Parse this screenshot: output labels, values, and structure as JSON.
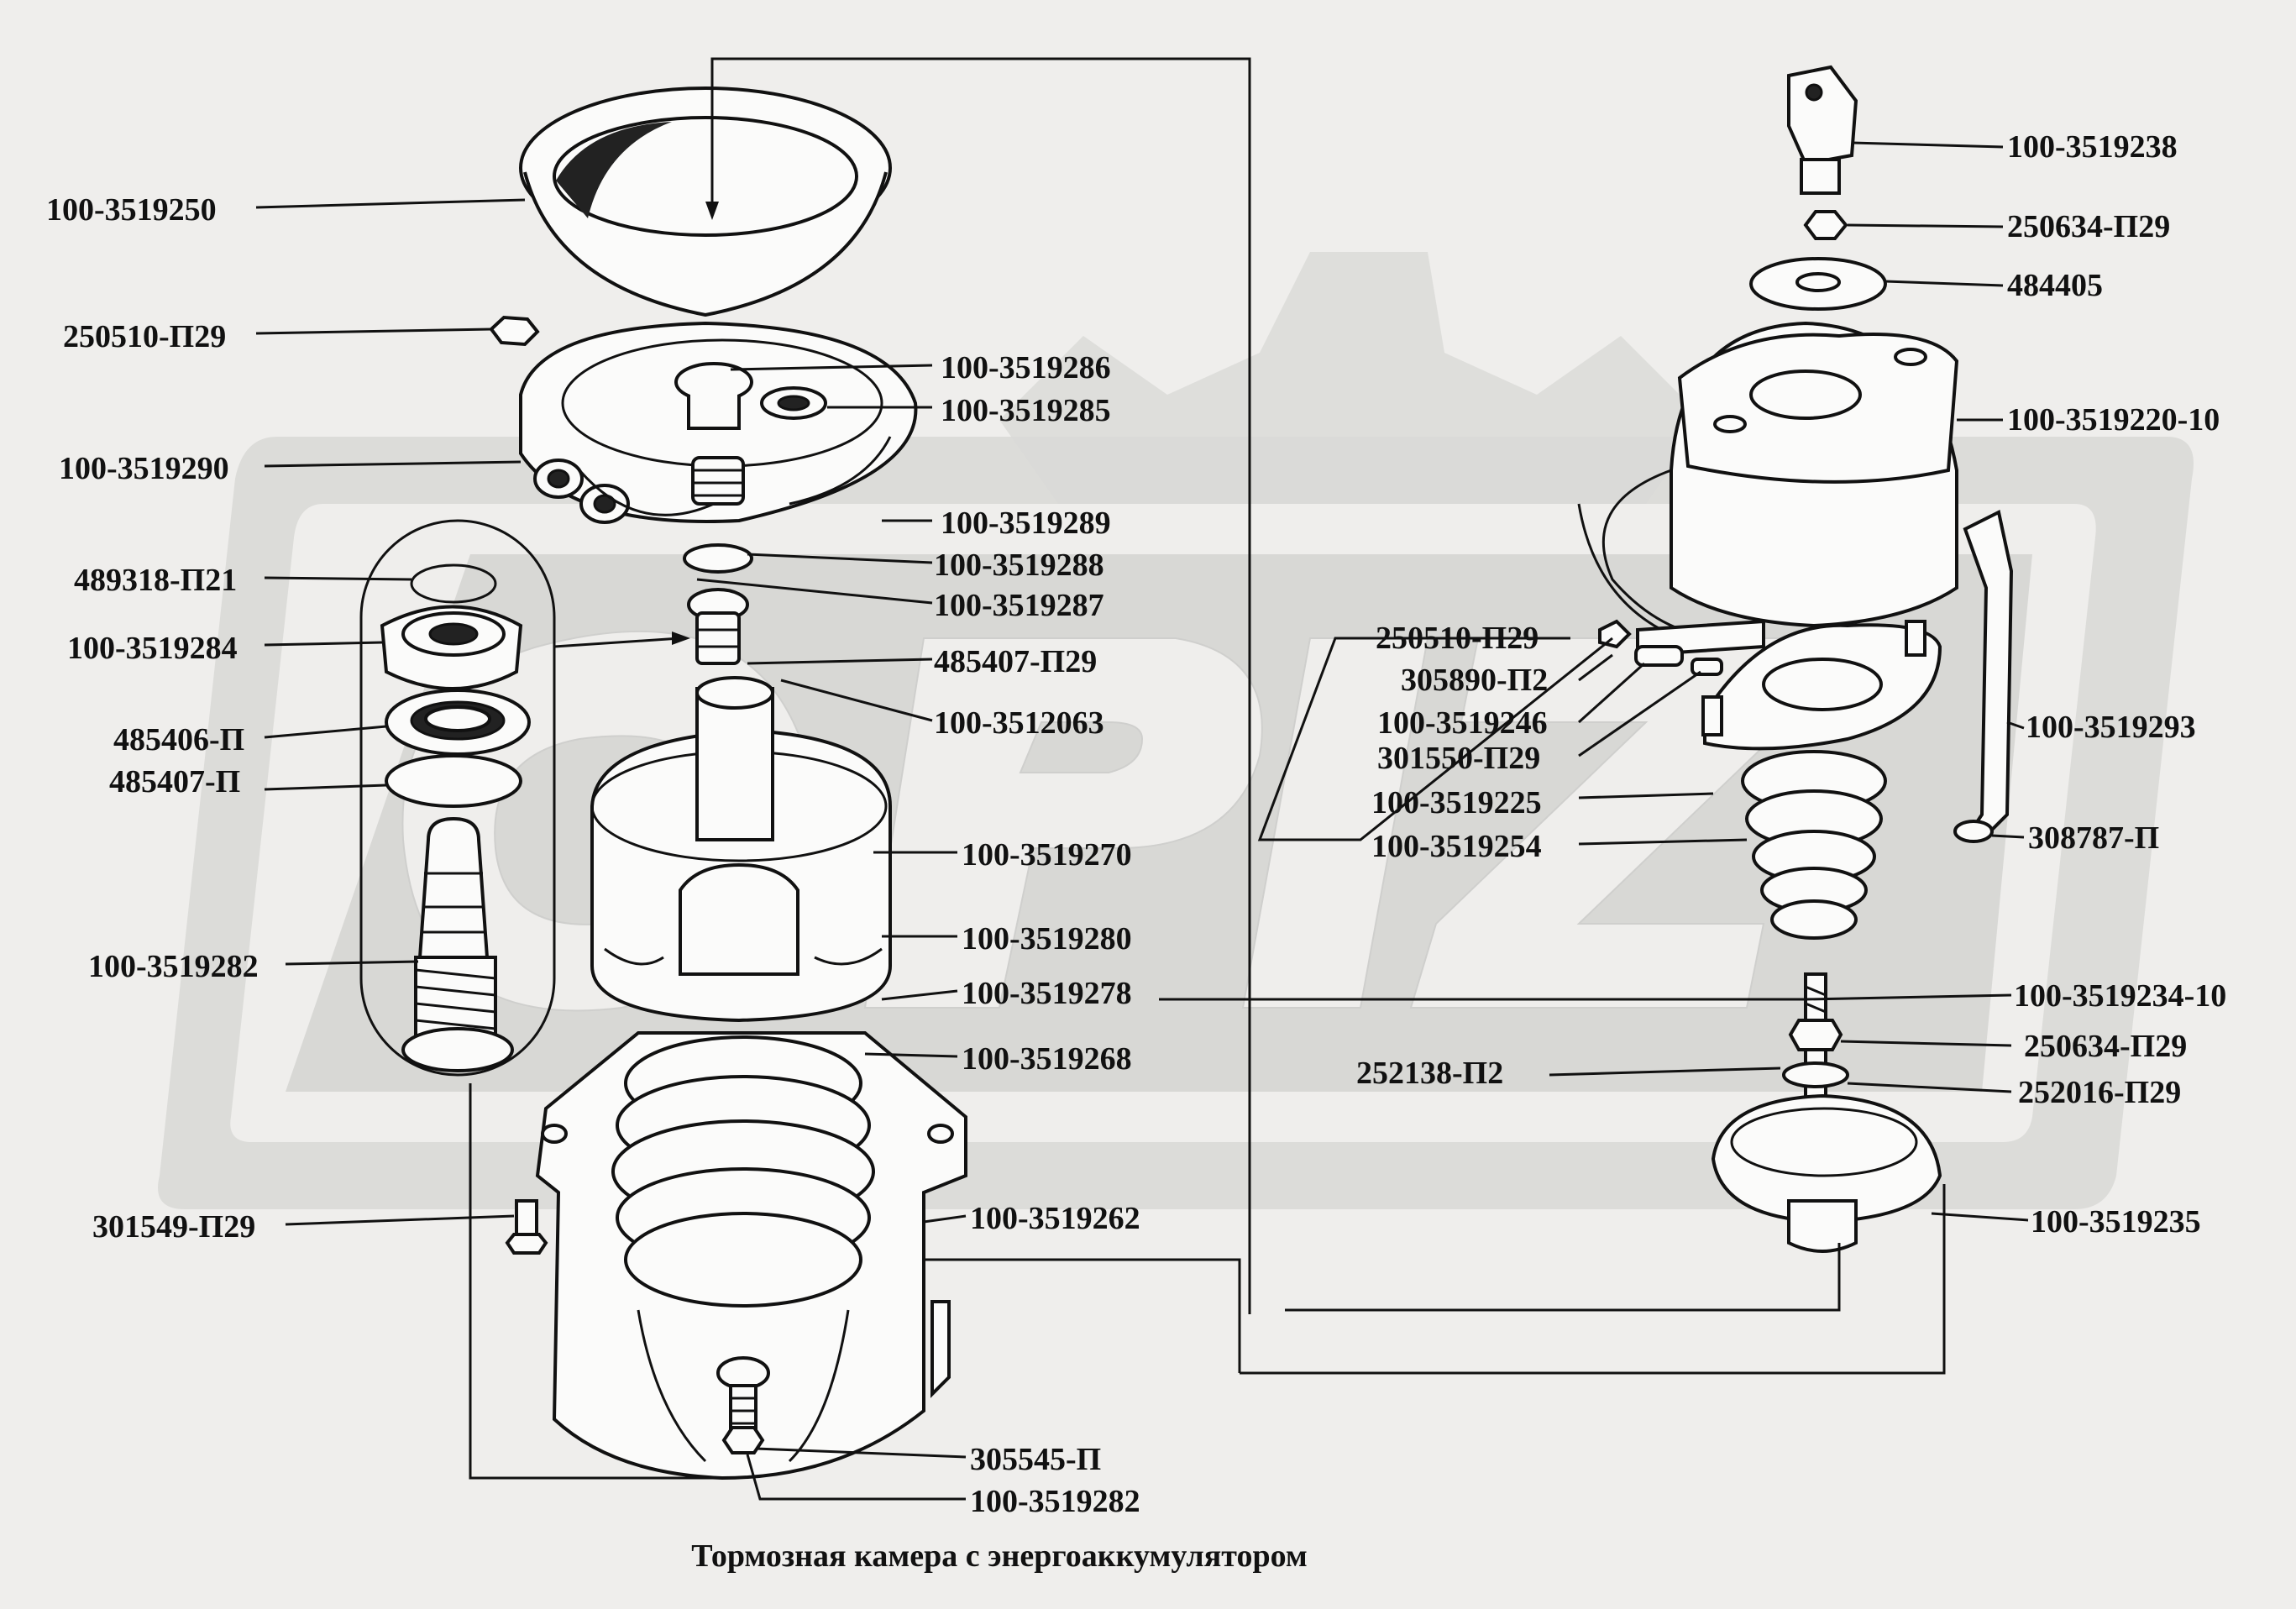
{
  "caption": "Тормозная камера с  энергоаккумулятором",
  "watermark": {
    "text": "OPIZ",
    "color": "#d6d6d4"
  },
  "labels": [
    {
      "id": "l1",
      "text": "100-3519250"
    },
    {
      "id": "l2",
      "text": "250510-П29"
    },
    {
      "id": "l3",
      "text": "100-3519286"
    },
    {
      "id": "l4",
      "text": "100-3519285"
    },
    {
      "id": "l5",
      "text": "100-3519290"
    },
    {
      "id": "l6",
      "text": "100-3519289"
    },
    {
      "id": "l7",
      "text": "489318-П21"
    },
    {
      "id": "l8",
      "text": "100-3519288"
    },
    {
      "id": "l9",
      "text": "100-3519287"
    },
    {
      "id": "l10",
      "text": "100-3519284"
    },
    {
      "id": "l11",
      "text": "485407-П29"
    },
    {
      "id": "l12",
      "text": "485406-П"
    },
    {
      "id": "l13",
      "text": "100-3512063"
    },
    {
      "id": "l14",
      "text": "485407-П"
    },
    {
      "id": "l15",
      "text": "100-3519270"
    },
    {
      "id": "l16",
      "text": "100-3519280"
    },
    {
      "id": "l17",
      "text": "100-3519282"
    },
    {
      "id": "l18",
      "text": "100-3519278"
    },
    {
      "id": "l19",
      "text": "100-3519268"
    },
    {
      "id": "l20",
      "text": "301549-П29"
    },
    {
      "id": "l21",
      "text": "100-3519262"
    },
    {
      "id": "l22",
      "text": "305545-П"
    },
    {
      "id": "l23",
      "text": "100-3519282"
    },
    {
      "id": "r1",
      "text": "100-3519238"
    },
    {
      "id": "r2",
      "text": "250634-П29"
    },
    {
      "id": "r3",
      "text": "484405"
    },
    {
      "id": "r4",
      "text": "100-3519220-10"
    },
    {
      "id": "r5",
      "text": "250510-П29"
    },
    {
      "id": "r6",
      "text": "305890-П2"
    },
    {
      "id": "r7",
      "text": "100-3519246"
    },
    {
      "id": "r8",
      "text": "100-3519293"
    },
    {
      "id": "r9",
      "text": "301550-П29"
    },
    {
      "id": "r10",
      "text": "100-3519225"
    },
    {
      "id": "r11",
      "text": "100-3519254"
    },
    {
      "id": "r12",
      "text": "308787-П"
    },
    {
      "id": "r13",
      "text": "100-3519234-10"
    },
    {
      "id": "r14",
      "text": "250634-П29"
    },
    {
      "id": "r15",
      "text": "252138-П2"
    },
    {
      "id": "r16",
      "text": "252016-П29"
    },
    {
      "id": "r17",
      "text": "100-3519235"
    }
  ]
}
